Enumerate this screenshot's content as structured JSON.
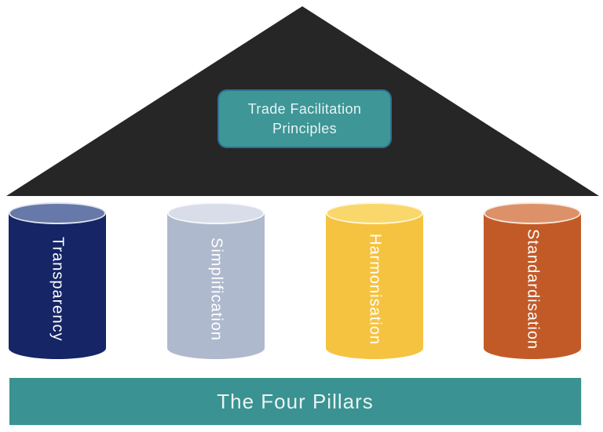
{
  "diagram": {
    "name": "Trade Facilitation Principles pillars diagram",
    "background_color": "#ffffff"
  },
  "roof": {
    "triangle_color": "#262626",
    "box": {
      "label": "Trade Facilitation Principles",
      "fill_color": "#3e9697",
      "border_color": "#2e6c90",
      "text_color": "#e8f3f3"
    }
  },
  "pillars": [
    {
      "label": "Transparency",
      "body_color": "#152566",
      "cap_color": "#6679a8"
    },
    {
      "label": "Simplification",
      "body_color": "#afb9ce",
      "cap_color": "#d8dde9"
    },
    {
      "label": "Harmonisation",
      "body_color": "#f6c340",
      "cap_color": "#f9d76a"
    },
    {
      "label": "Standardisation",
      "body_color": "#c25a28",
      "cap_color": "#dd9168"
    }
  ],
  "base": {
    "label": "The Four Pillars",
    "fill_color": "#3a9292",
    "text_color": "#eaf4f4"
  }
}
